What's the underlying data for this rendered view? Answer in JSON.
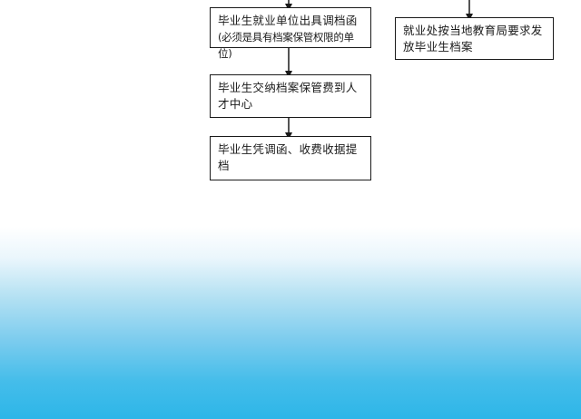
{
  "flowchart": {
    "boxes": {
      "employer_letter": {
        "line1": "毕业生就业单位出具调档函",
        "line2": "(必须是具有档案保管权限的单位)"
      },
      "pay_fee": {
        "text": "毕业生交纳档案保管费到人才中心"
      },
      "retrieve_file": {
        "text": "毕业生凭调函、收费收据提档"
      },
      "employment_office": {
        "text": "就业处按当地教育局要求发放毕业生档案"
      }
    }
  }
}
